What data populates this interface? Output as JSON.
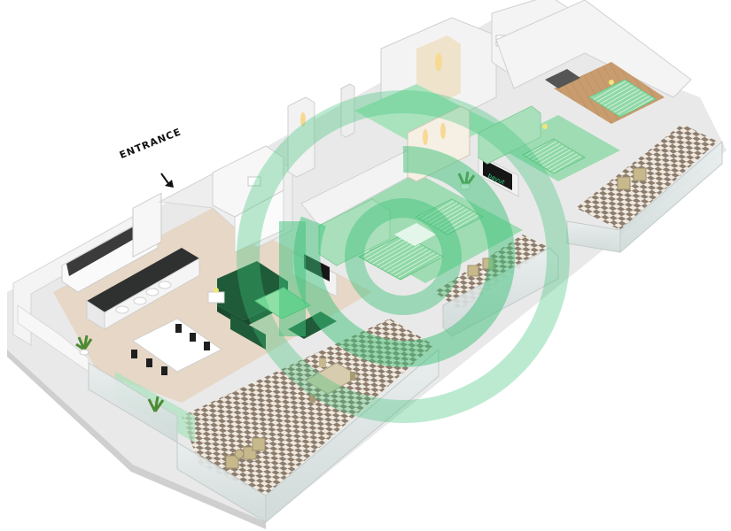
{
  "labels": {
    "entrance": "ENTRANCE",
    "tv_brand": "bayut"
  },
  "colors": {
    "wall": "#f1f1f1",
    "wall_shade": "#d4d4d4",
    "floor_living": "#e8d9c8",
    "floor_bedroom": "#cda57a",
    "terrace_check": "#9b8b7a",
    "glass_rail": "#dfe7e6",
    "highlight_green": "#5fcf8c",
    "accent_dark_green": "#2c5a3a",
    "watermark_green": "#3ec27a"
  },
  "icons": {
    "entrance_arrow": "arrow-down-icon",
    "watermark": "bayut-logo-watermark"
  }
}
